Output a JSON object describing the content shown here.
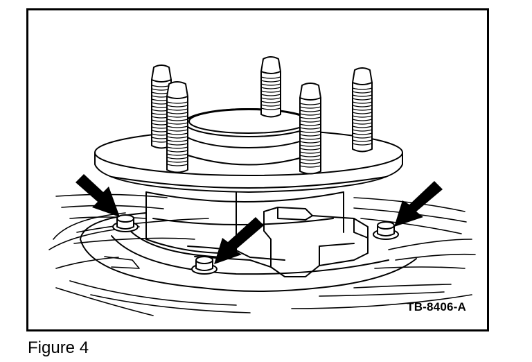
{
  "figure": {
    "id_label": "TB-8406-A",
    "caption": "Figure 4"
  },
  "diagram": {
    "subject": "wheel hub and bearing assembly",
    "wheel_studs": 5,
    "callouts": [
      {
        "points_to": "mounting-bolt-left"
      },
      {
        "points_to": "mounting-bolt-center"
      },
      {
        "points_to": "mounting-bolt-right"
      }
    ]
  }
}
